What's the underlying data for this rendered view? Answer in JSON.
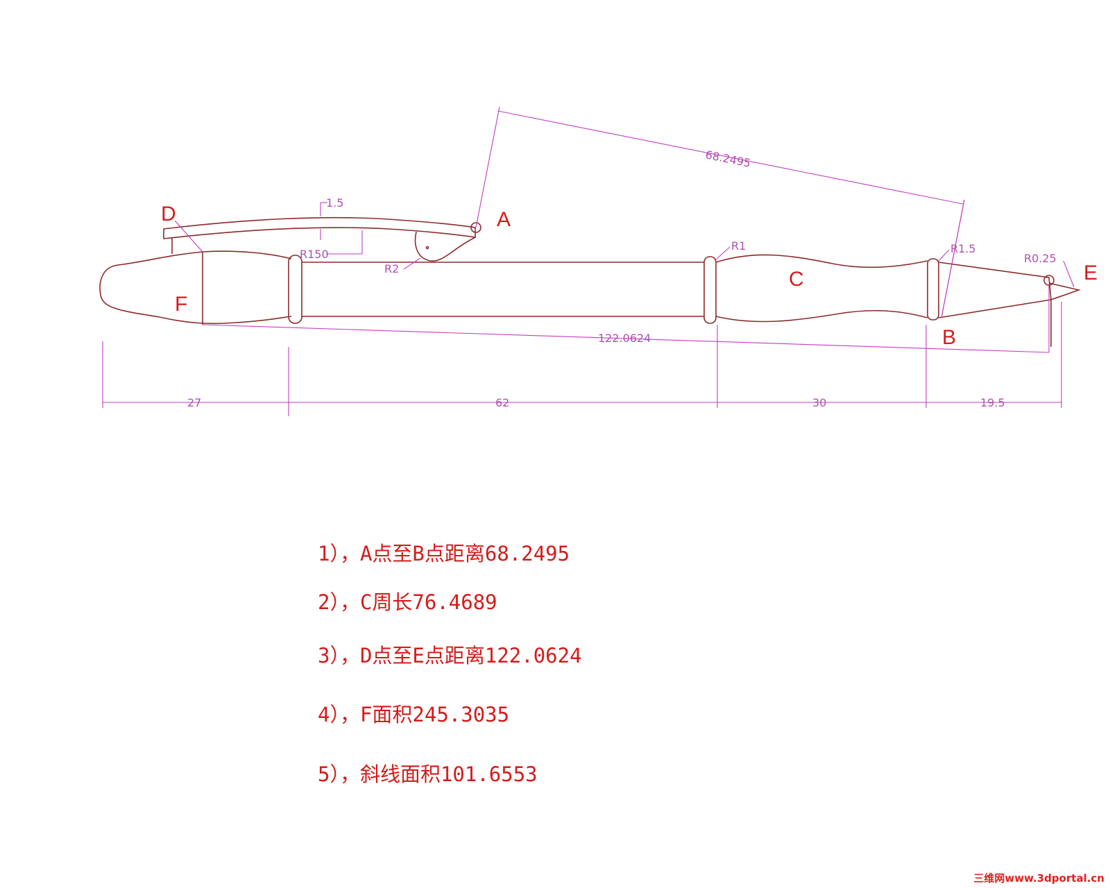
{
  "dimensions": {
    "ab_distance": "68.2495",
    "de_distance": "122.0624",
    "clip_thickness": "1.5",
    "r150": "R150",
    "r2": "R2",
    "r1": "R1",
    "r1_5": "R1.5",
    "r0_25": "R0.25",
    "seg1": "27",
    "seg2": "62",
    "seg3": "30",
    "seg4": "19.5"
  },
  "point_labels": {
    "a": "A",
    "b": "B",
    "c": "C",
    "d": "D",
    "e": "E",
    "f": "F"
  },
  "answers": [
    "1），A点至B点距离68.2495",
    "2），C周长76.4689",
    "3），D点至E点距离122.0624",
    "4），F面积245.3035",
    "5），斜线面积101.6553"
  ],
  "watermark": "三维网www.3dportal.cn",
  "colors": {
    "outline": "#8b2a2a",
    "dimension": "#c23cc2",
    "label": "#d41b1b"
  }
}
